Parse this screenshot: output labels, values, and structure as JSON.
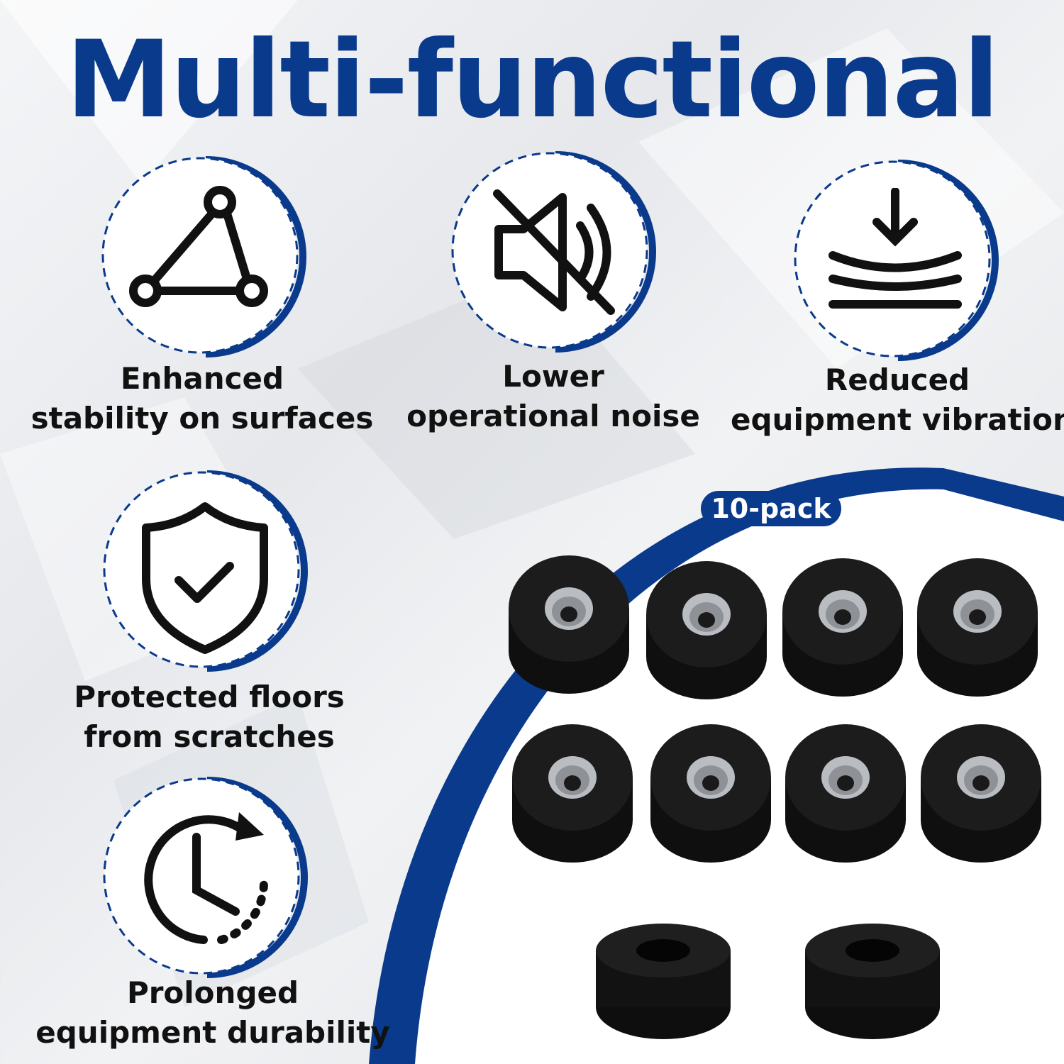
{
  "title": "Multi-functional",
  "colors": {
    "brand": "#0a3a8c",
    "pad": "#151515",
    "metal": "#b9bdc2"
  },
  "features": [
    {
      "icon": "triangle-nodes-icon",
      "line1": "Enhanced",
      "line2": "stability on surfaces"
    },
    {
      "icon": "speaker-muted-icon",
      "line1": "Lower",
      "line2": "operational noise"
    },
    {
      "icon": "vibration-damping-icon",
      "line1": "Reduced",
      "line2": "equipment vibration"
    },
    {
      "icon": "shield-check-icon",
      "line1": "Protected floors",
      "line2": "from scratches"
    },
    {
      "icon": "clock-refresh-icon",
      "line1": "Prolonged",
      "line2": "equipment durability"
    }
  ],
  "product": {
    "badge": "10-pack"
  }
}
